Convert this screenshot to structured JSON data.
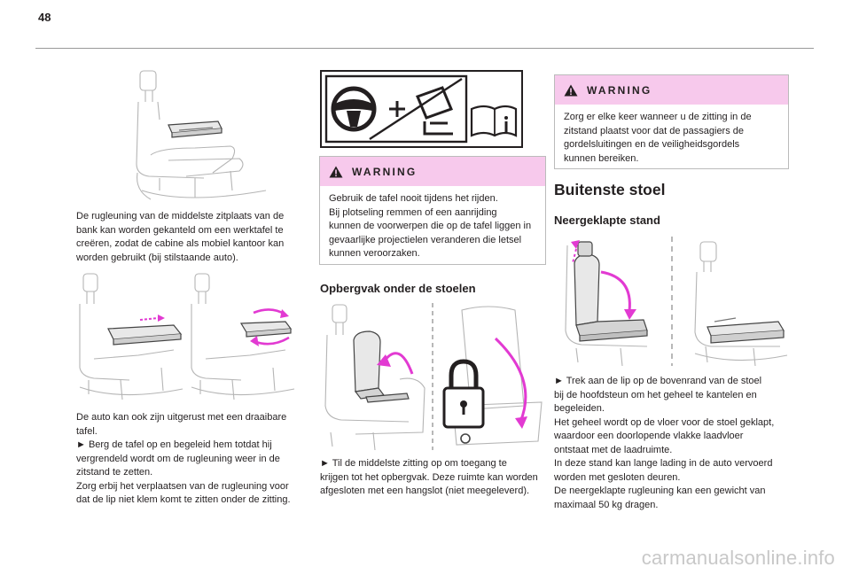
{
  "page": {
    "number": "48"
  },
  "col1": {
    "para1": [
      "De rugleuning van de middelste zitplaats van de",
      "bank kan worden gekanteld om een werktafel te",
      "creëren, zodat de cabine als mobiel kantoor kan",
      "worden gebruikt (bij stilstaande auto)."
    ],
    "para2": [
      "De auto kan ook zijn uitgerust met een draaibare",
      "tafel.",
      "► Berg de tafel op en begeleid hem totdat hij",
      "vergrendeld wordt om de rugleuning weer in de",
      "zitstand te zetten.",
      "Zorg erbij het verplaatsen van de rugleuning voor",
      "dat de lip niet klem komt te zitten onder de zitting."
    ]
  },
  "col2": {
    "warning": {
      "title": "WARNING",
      "lines": [
        "Gebruik de tafel nooit tijdens het rijden.",
        "Bij plotseling remmen of een aanrijding",
        "kunnen de voorwerpen die op de tafel liggen in",
        "gevaarlijke projectielen veranderen die letsel",
        "kunnen veroorzaken."
      ]
    },
    "heading": "Opbergvak onder de stoelen",
    "para": [
      "► Til de middelste zitting op om toegang te",
      "krijgen tot het opbergvak. Deze ruimte kan worden",
      "afgesloten met een hangslot (niet meegeleverd)."
    ]
  },
  "col3": {
    "warning": {
      "title": "WARNING",
      "lines": [
        "Zorg er elke keer wanneer u de zitting in de",
        "zitstand plaatst voor dat de passagiers de",
        "gordelsluitingen en de veiligheidsgordels",
        "kunnen bereiken."
      ]
    },
    "heading1": "Buitenste stoel",
    "heading2": "Neergeklapte stand",
    "para": [
      "► Trek aan de lip op de bovenrand van de stoel",
      "bij de hoofdsteun om het geheel te kantelen en",
      "begeleiden.",
      "Het geheel wordt op de vloer voor de stoel geklapt,",
      "waardoor een doorlopende vlakke laadvloer",
      "ontstaat met de laadruimte.",
      "In deze stand kan lange lading in de auto vervoerd",
      "worden met gesloten deuren.",
      "De neergeklapte rugleuning kan een gewicht van",
      "maximaal 50 kg dragen."
    ]
  },
  "watermark": "carmanualsonline.info",
  "colors": {
    "warning_bg": "#f7c9ec",
    "arrow": "#e23ad2",
    "rule": "#999999"
  },
  "icons": [
    "warning-triangle-icon",
    "steering-wheel-icon",
    "table-forbidden-icon",
    "manual-book-icon",
    "padlock-icon"
  ]
}
